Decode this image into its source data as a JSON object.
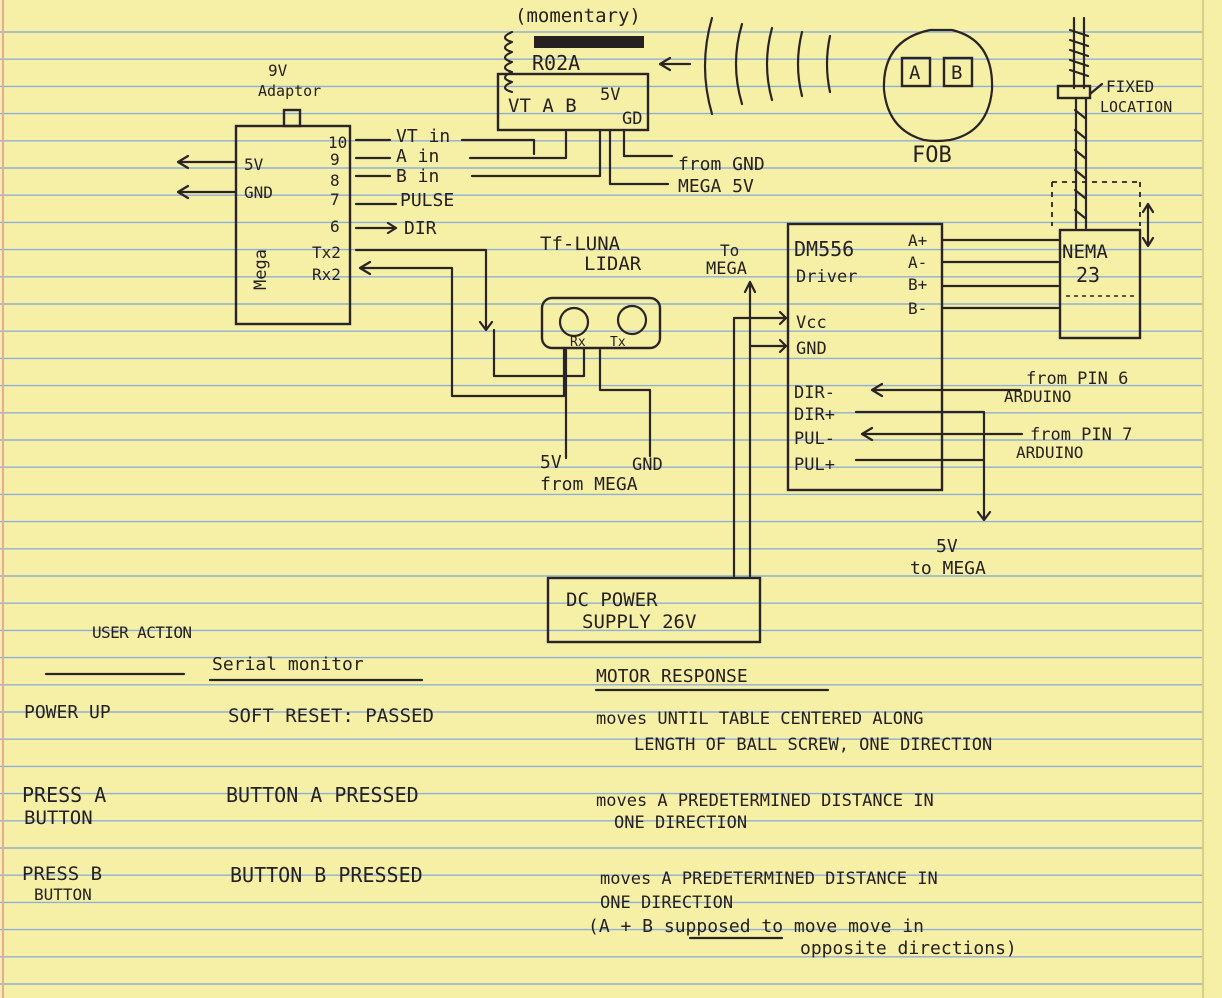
{
  "colors": {
    "paper": "#f6f0a6",
    "rule": "#8fb0d6",
    "margin": "#e7a8a0",
    "ink": "#262020"
  },
  "receiver": {
    "note": "(momentary)",
    "model": "R02A",
    "pins": "VT A B",
    "pin_5v": "5V",
    "pin_gnd": "GD",
    "from_gnd": "from GND",
    "mega_5v": "MEGA 5V"
  },
  "fob": {
    "btn_a": "A",
    "btn_b": "B",
    "label": "FOB"
  },
  "actuator": {
    "fixed": "FIXED",
    "location": "LOCATION"
  },
  "mega": {
    "adapter_top": "9V",
    "adapter_bottom": "Adaptor",
    "name": "Mega",
    "left_pins": [
      "5V",
      "GND"
    ],
    "right_pins": [
      "10",
      "9",
      "8",
      "7",
      "6",
      "Tx2",
      "Rx2"
    ],
    "signals": [
      "VT in",
      "A in",
      "B in",
      "PULSE",
      "DIR"
    ]
  },
  "lidar": {
    "title": "Tf-LUNA",
    "subtitle": "LIDAR",
    "rx": "Rx",
    "tx": "Tx",
    "five_v": "5V",
    "gnd": "GND",
    "from_mega": "from MEGA"
  },
  "driver": {
    "name": "DM556",
    "subtitle": "Driver",
    "out_pins": [
      "A+",
      "A-",
      "B+",
      "B-"
    ],
    "in_pins": [
      "Vcc",
      "GND",
      "DIR-",
      "DIR+",
      "PUL-",
      "PUL+"
    ],
    "to": "To",
    "to_mega": "MEGA",
    "from_pin6": "from PIN 6",
    "from_pin7": "from PIN 7",
    "arduino": "ARDUINO",
    "five_v": "5V",
    "to_mega_bottom": "to MEGA"
  },
  "motor": {
    "name": "NEMA",
    "size": "23"
  },
  "power": {
    "line1": "DC POWER",
    "line2": "SUPPLY 26V"
  },
  "table": {
    "headers": [
      "USER ACTION",
      "Serial monitor",
      "MOTOR RESPONSE"
    ],
    "rows": [
      {
        "action": "POWER UP",
        "serial": "SOFT RESET: PASSED",
        "response": "moves UNTIL TABLE CENTERED ALONG",
        "response2": "LENGTH OF BALL SCREW, ONE DIRECTION"
      },
      {
        "action": "PRESS A",
        "action2": "BUTTON",
        "serial": "BUTTON A PRESSED",
        "response": "moves A PREDETERMINED DISTANCE IN",
        "response2": "ONE DIRECTION"
      },
      {
        "action": "PRESS B",
        "action2": "BUTTON",
        "serial": "BUTTON B PRESSED",
        "response": "moves A PREDETERMINED DISTANCE IN",
        "response2": "ONE DIRECTION"
      }
    ],
    "note1": "(A + B supposed to move move in",
    "note2": "opposite directions)"
  }
}
